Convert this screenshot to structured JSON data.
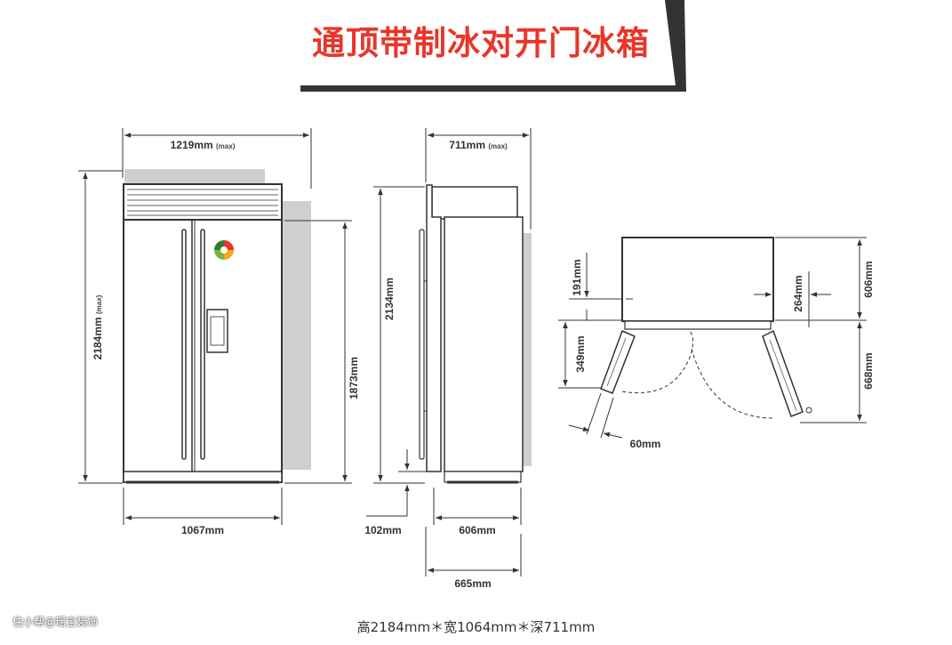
{
  "title": "通顶带制冰对开门冰箱",
  "caption": "高2184mm＊宽1064mm＊深711mm",
  "watermark": "住小帮@瑶宝装饰",
  "colors": {
    "title": "#e8362a",
    "line": "#333333",
    "shadow": "#c8c8c8"
  },
  "front_view": {
    "width_max": "1219mm",
    "width_max_note": "(max)",
    "height_max": "2184mm",
    "height_max_note": "(max)",
    "cabinet_height": "1873mm",
    "width": "1067mm"
  },
  "side_view": {
    "depth_max": "711mm",
    "depth_max_note": "(max)",
    "height": "2134mm",
    "toe_kick": "102mm",
    "cabinet_depth": "606mm",
    "depth_with_doors": "665mm"
  },
  "top_view": {
    "door_offset_left": "191mm",
    "door_offset_right": "264mm",
    "cabinet_depth": "606mm",
    "door_swing_left": "349mm",
    "door_swing_right": "668mm",
    "door_gap": "60mm"
  }
}
